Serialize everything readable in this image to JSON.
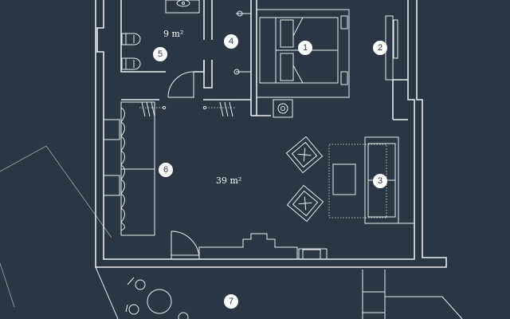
{
  "areas": {
    "bathroom": "9 m²",
    "living": "39 m²"
  },
  "markers": [
    "1",
    "2",
    "3",
    "4",
    "5",
    "6",
    "7"
  ],
  "colors": {
    "background": "#2b3644",
    "lines": "#e9edf1",
    "marker_fill": "#ffffff",
    "marker_text": "#2b3644"
  },
  "icons": [
    "bed-icon",
    "armchair-icon",
    "sofa-icon",
    "table-icon",
    "toilet-icon",
    "sink-icon",
    "door-icon",
    "stove-icon",
    "tv-icon",
    "outdoor-table-icon"
  ]
}
